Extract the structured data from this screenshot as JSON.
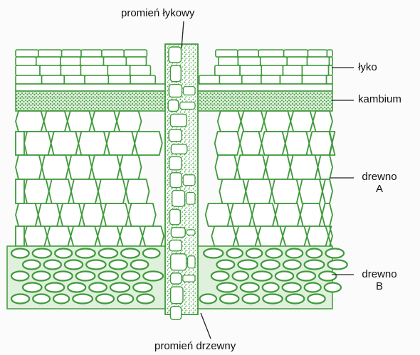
{
  "labels": {
    "phloem_ray": "promień łykowy",
    "phloem": "łyko",
    "cambium": "kambium",
    "wood_a_line1": "drewno",
    "wood_a_line2": "A",
    "wood_b_line1": "drewno",
    "wood_b_line2": "B",
    "wood_ray": "promień drzewny"
  },
  "colors": {
    "cell_outline": "#3f9a3b",
    "cell_fill": "#ffffff",
    "stipple": "#4aa245",
    "background": "#fbfbfb",
    "text": "#111111",
    "leader_line": "#222222"
  }
}
